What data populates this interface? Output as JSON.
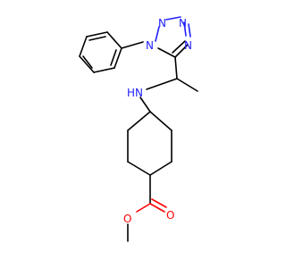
{
  "colors": {
    "carbon_bond": "#000000",
    "nitrogen": "#2020ff",
    "oxygen": "#ff0000",
    "background": "#ffffff"
  },
  "atoms": {
    "tetrazole_n1": "N",
    "tetrazole_n2": "N",
    "tetrazole_n3": "N",
    "tetrazole_n4": "N",
    "amine_nh": "HN",
    "carbonyl_o": "O",
    "ester_o": "O"
  }
}
